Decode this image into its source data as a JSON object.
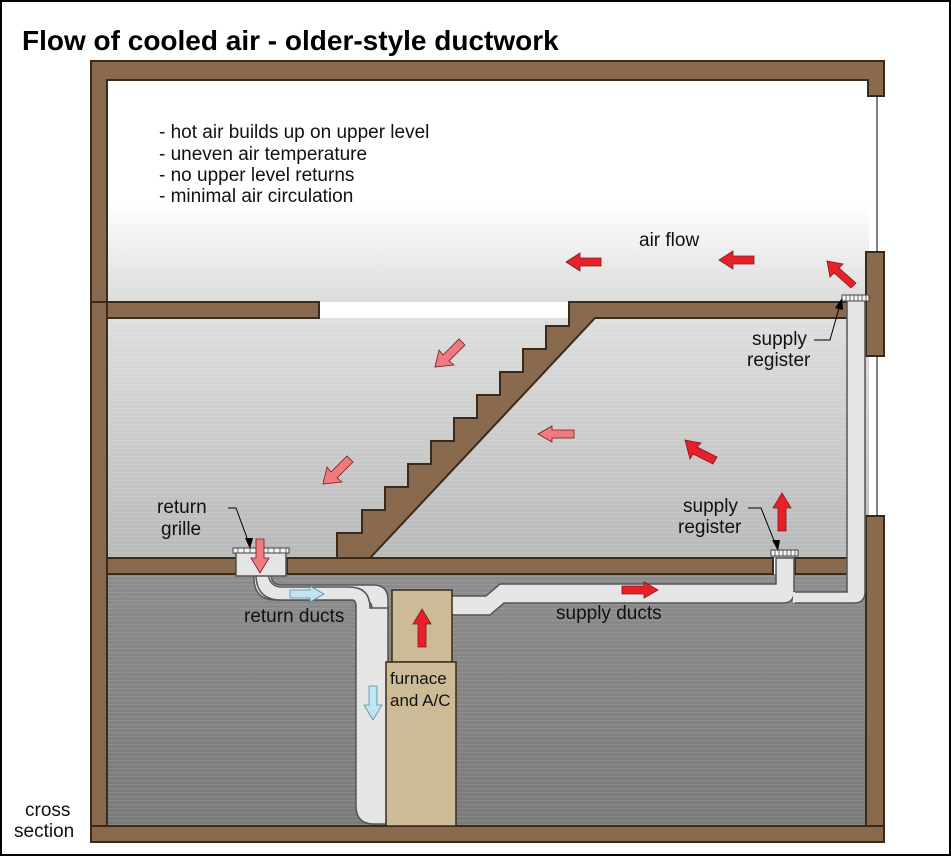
{
  "title": "Flow of cooled air - older-style ductwork",
  "notes": [
    "- hot air builds up on upper level",
    "- uneven air temperature",
    "- no upper level returns",
    "- minimal air circulation"
  ],
  "labels": {
    "air_flow": "air flow",
    "supply_register_upper_1": "supply",
    "supply_register_upper_2": "register",
    "supply_register_lower_1": "supply",
    "supply_register_lower_2": "register",
    "return_grille_1": "return",
    "return_grille_2": "grille",
    "return_ducts": "return ducts",
    "supply_ducts": "supply ducts",
    "furnace_1": "furnace",
    "furnace_2": "and A/C",
    "cross_section_1": "cross",
    "cross_section_2": "section"
  },
  "colors": {
    "wall": "#8a6a4f",
    "wall_edge": "#3a2a1c",
    "furnace": "#cdbb98",
    "duct": "#e6e6e6",
    "warm_arrow": "#e8202a",
    "mild_arrow": "#f07a82",
    "cool_arrow": "#bfe4f2",
    "basement": "#8f8f8f"
  }
}
